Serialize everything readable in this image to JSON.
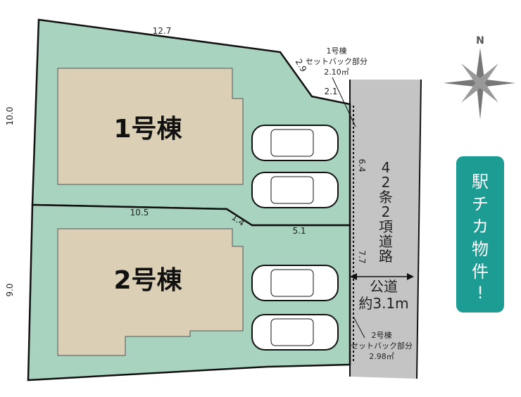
{
  "buildings": {
    "b1": "1号棟",
    "b2": "2号棟"
  },
  "dimensions": {
    "top": "12.7",
    "corner_diag": "2.9",
    "corner_short": "2.1",
    "left_upper": "10.0",
    "right_upper": "6.4",
    "divider_left": "10.5",
    "divider_diag": "1.4",
    "divider_right": "5.1",
    "right_lower": "7.7",
    "left_lower": "9.0"
  },
  "setback1": {
    "title": "1号棟",
    "label": "セットバック部分",
    "area": "2.10㎡"
  },
  "setback2": {
    "title": "2号棟",
    "label": "セットバック部分",
    "area": "2.98㎡"
  },
  "road": {
    "type_chars": [
      "4",
      "2",
      "条",
      "2",
      "項",
      "道",
      "路"
    ],
    "public": "公道",
    "width": "約3.1m"
  },
  "compass": {
    "north": "N"
  },
  "badge": {
    "chars": [
      "駅",
      "チ",
      "カ",
      "物",
      "件",
      "!"
    ]
  },
  "colors": {
    "lot": "#a8d3bf",
    "building": "#dbd0b6",
    "road": "#c4c4c4",
    "badge": "#1c9c93"
  }
}
